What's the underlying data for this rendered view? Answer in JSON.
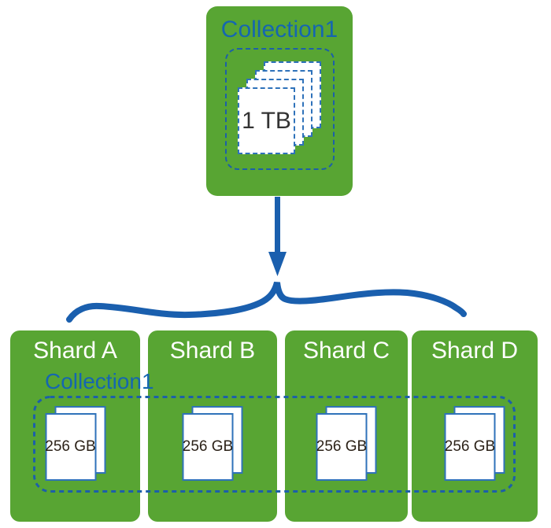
{
  "collection_box": {
    "label": "Collection1",
    "data_size": "1 TB"
  },
  "shards": {
    "collection_label": "Collection1",
    "items": [
      {
        "name": "Shard A",
        "data_size": "256 GB"
      },
      {
        "name": "Shard B",
        "data_size": "256 GB"
      },
      {
        "name": "Shard C",
        "data_size": "256 GB"
      },
      {
        "name": "Shard D",
        "data_size": "256 GB"
      }
    ]
  },
  "colors": {
    "box_green": "#58a533",
    "label_blue": "#1566b0",
    "stroke_blue": "#1a5fae",
    "dash_blue": "#1c5fa9",
    "page_border_blue": "#2f72ba",
    "tb_text": "#333333",
    "gb_text": "#2b2117"
  }
}
